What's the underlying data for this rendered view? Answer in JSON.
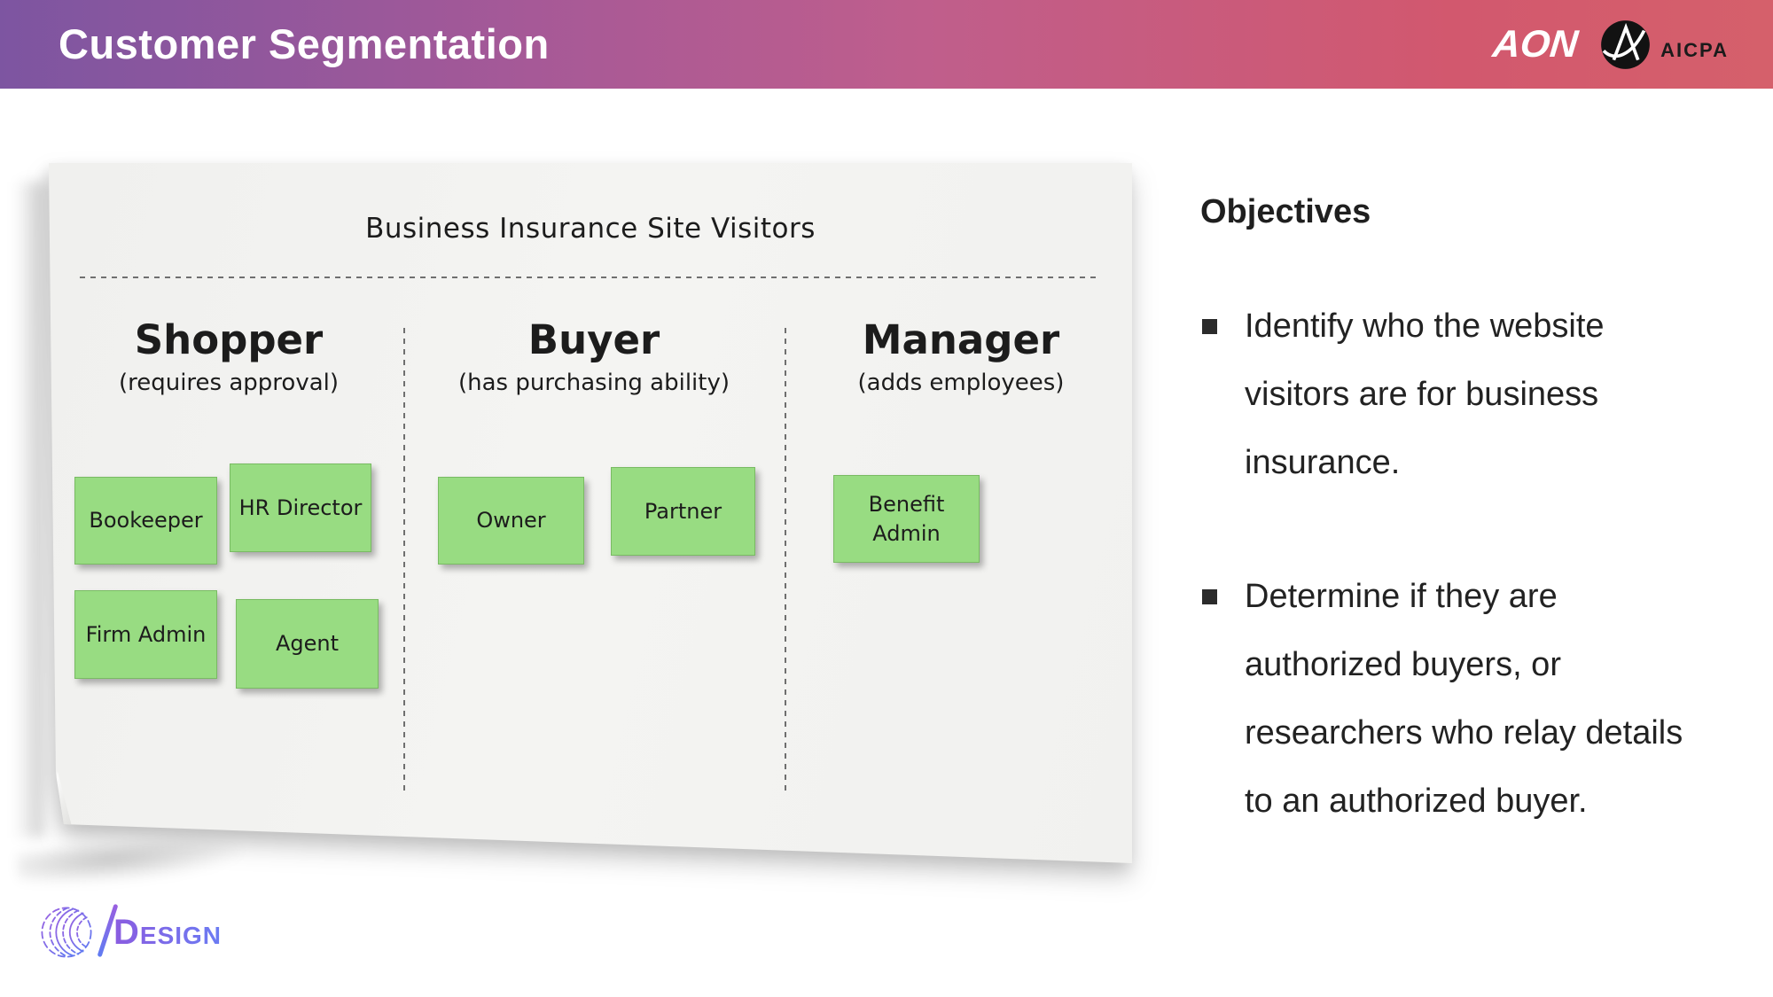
{
  "header": {
    "title": "Customer Segmentation",
    "logos": {
      "aon": "AON",
      "aicpa": "AICPA"
    }
  },
  "board": {
    "title": "Business Insurance Site Visitors",
    "columns": [
      {
        "name": "Shopper",
        "subtitle": "(requires approval)"
      },
      {
        "name": "Buyer",
        "subtitle": "(has purchasing ability)"
      },
      {
        "name": "Manager",
        "subtitle": "(adds employees)"
      }
    ],
    "notes": [
      {
        "label": "Bookeeper",
        "column": "Shopper"
      },
      {
        "label": "HR Director",
        "column": "Shopper"
      },
      {
        "label": "Firm Admin",
        "column": "Shopper"
      },
      {
        "label": "Agent",
        "column": "Shopper"
      },
      {
        "label": "Owner",
        "column": "Buyer"
      },
      {
        "label": "Partner",
        "column": "Buyer"
      },
      {
        "label": "Benefit Admin",
        "column": "Manager"
      }
    ],
    "note_color": "#98dc82"
  },
  "objectives": {
    "heading": "Objectives",
    "bullets": [
      "Identify who the website visitors are for business insurance.",
      "Determine if they are authorized buyers, or researchers who relay details to an authorized buyer."
    ]
  },
  "footer": {
    "brand": "Design"
  },
  "colors": {
    "header_gradient_left": "#7d55a1",
    "header_gradient_mid": "#bf5e8c",
    "header_gradient_right": "#d5606b",
    "note_green": "#98dc82",
    "paper": "#f2f2f0"
  }
}
